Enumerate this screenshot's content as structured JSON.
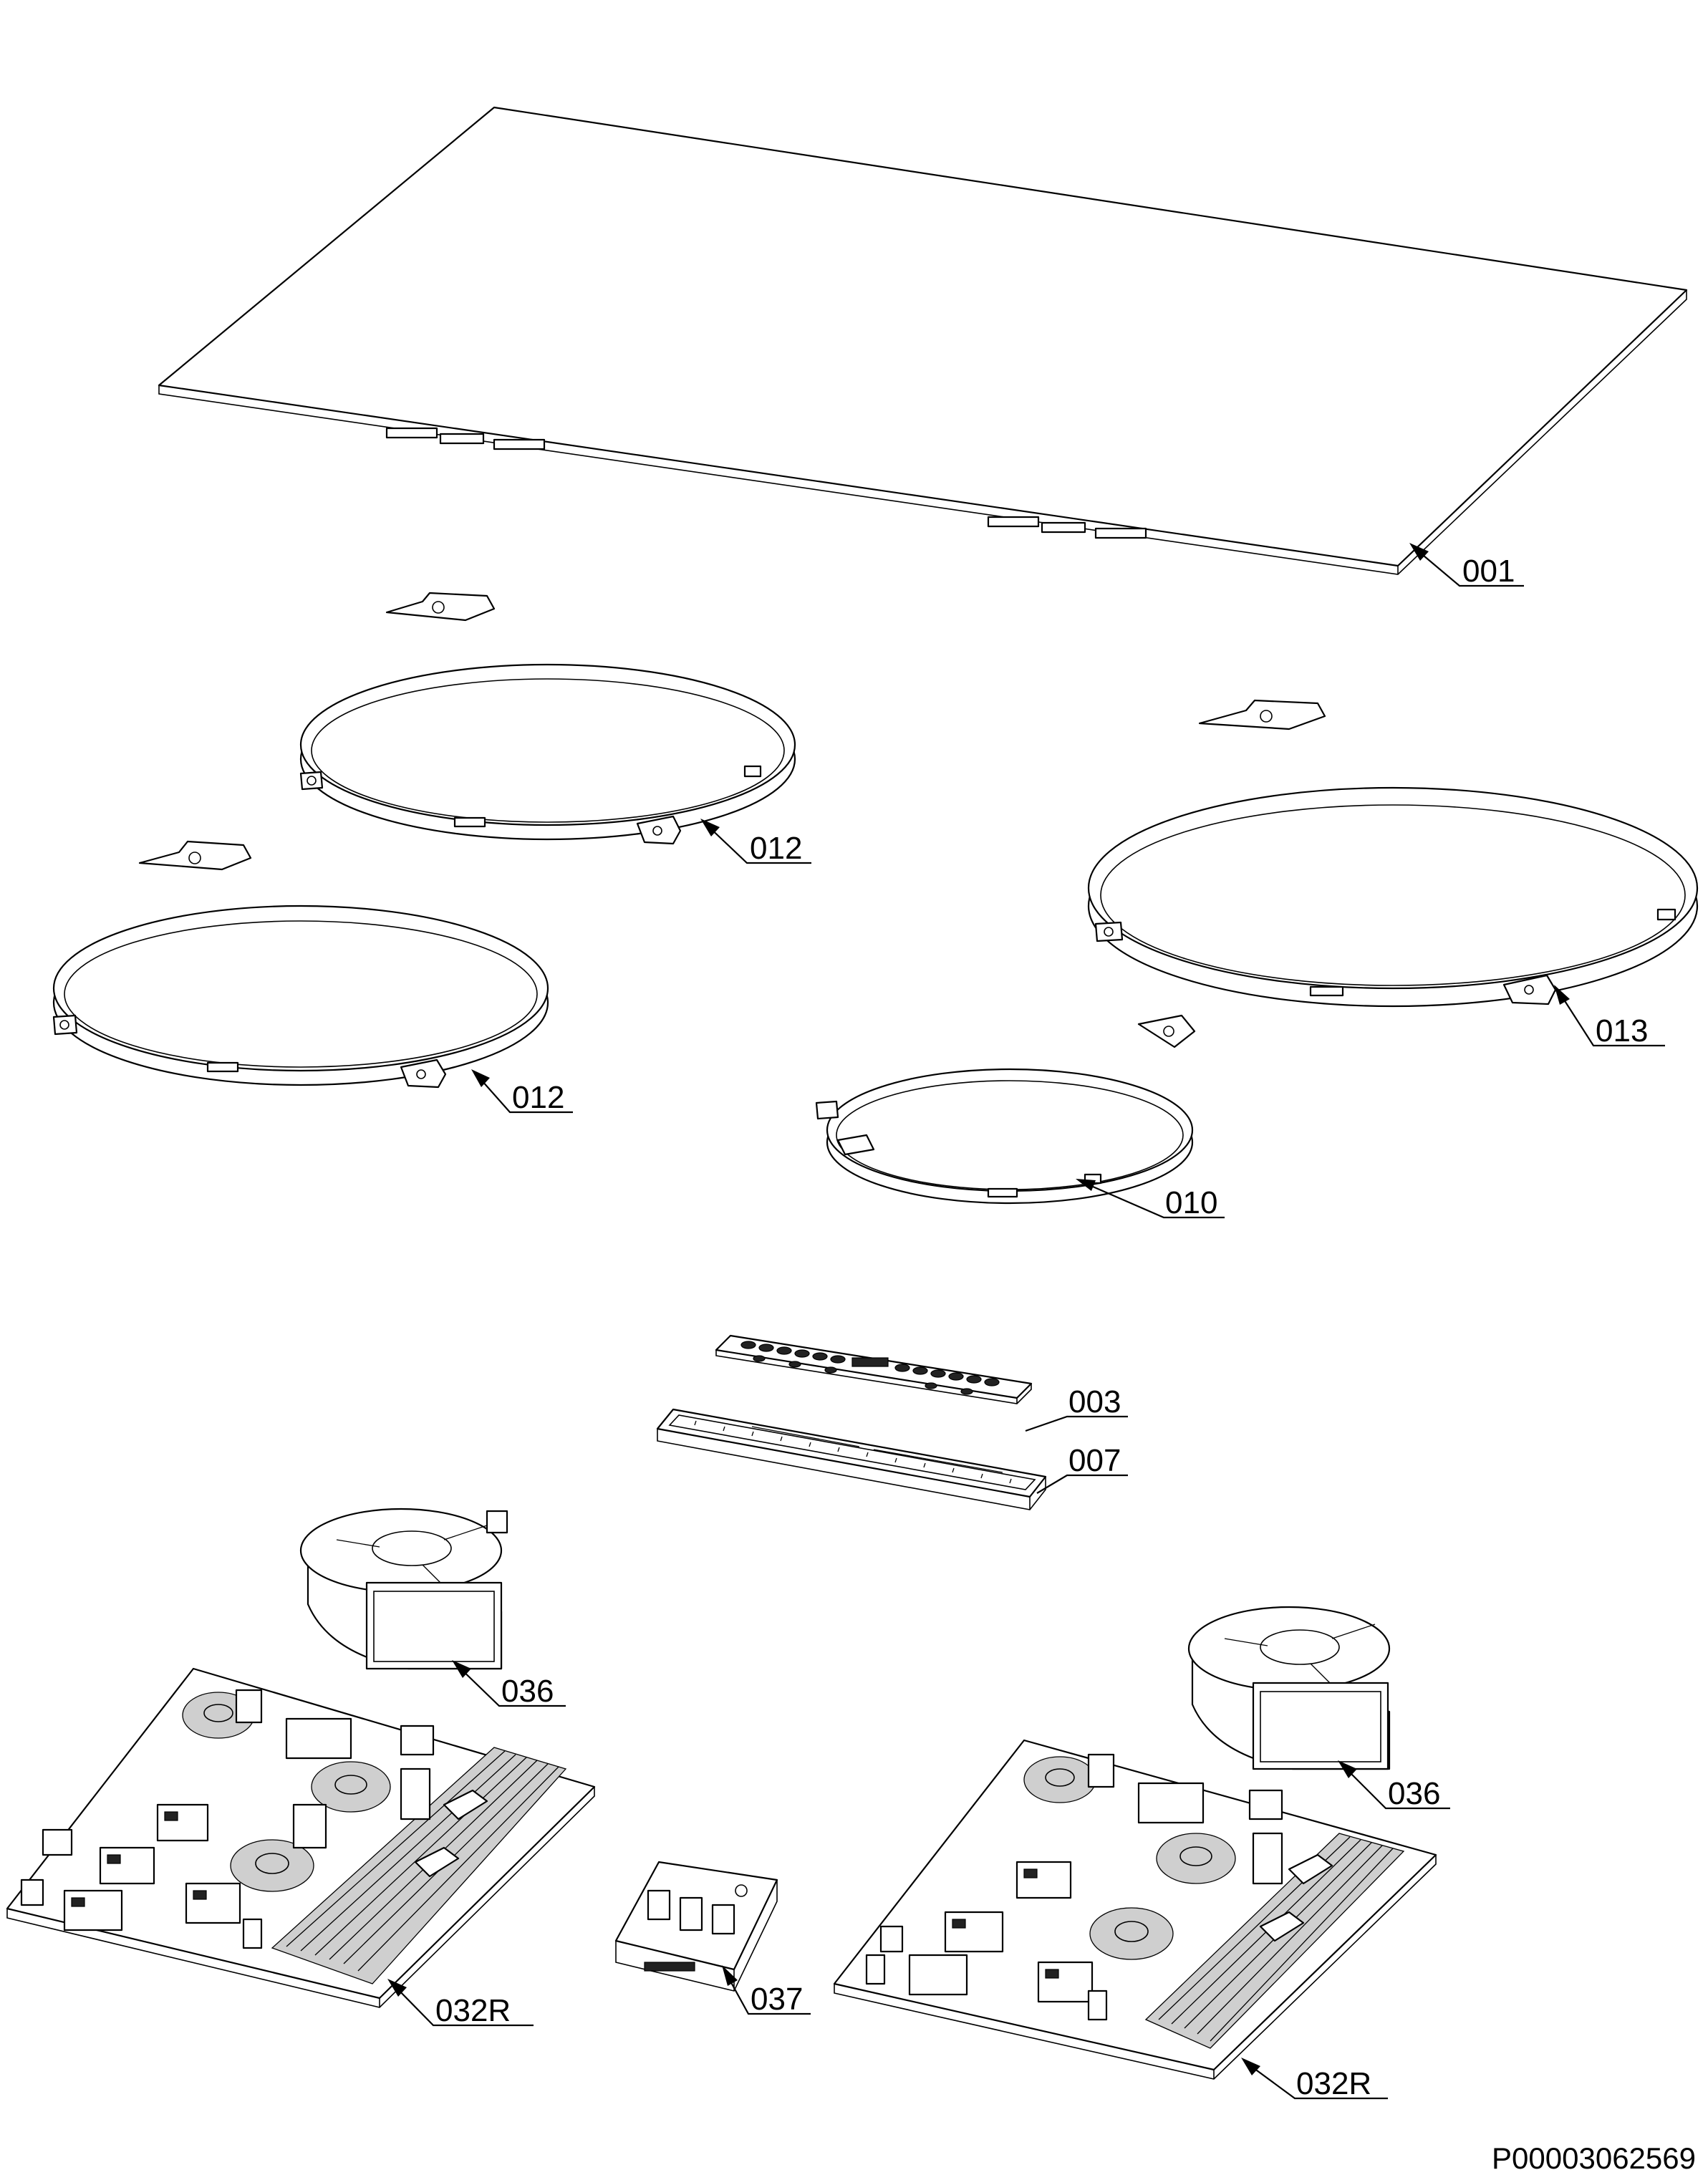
{
  "diagram": {
    "part_labels": {
      "glass_top": "001",
      "coil_top_left": "012",
      "coil_mid_left": "012",
      "coil_right_large": "013",
      "coil_small": "010",
      "control_board": "003",
      "control_frame": "007",
      "fan_left": "036",
      "fan_right": "036",
      "power_board_left": "032R",
      "filter_module": "037",
      "power_board_right": "032R"
    },
    "document_id": "P00003062569"
  }
}
